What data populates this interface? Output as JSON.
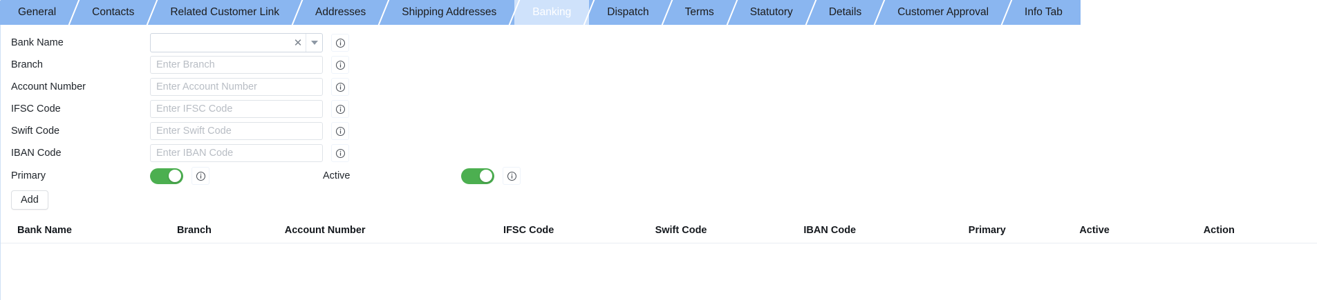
{
  "tabs": [
    {
      "label": "General",
      "active": false
    },
    {
      "label": "Contacts",
      "active": false
    },
    {
      "label": "Related Customer Link",
      "active": false
    },
    {
      "label": "Addresses",
      "active": false
    },
    {
      "label": "Shipping Addresses",
      "active": false
    },
    {
      "label": "Banking",
      "active": true
    },
    {
      "label": "Dispatch",
      "active": false
    },
    {
      "label": "Terms",
      "active": false
    },
    {
      "label": "Statutory",
      "active": false
    },
    {
      "label": "Details",
      "active": false
    },
    {
      "label": "Customer Approval",
      "active": false
    },
    {
      "label": "Info Tab",
      "active": false
    }
  ],
  "form": {
    "bank_name": {
      "label": "Bank Name",
      "value": "",
      "clear_icon": "close-icon",
      "arrow_icon": "chevron-down-icon",
      "info_icon": "info-icon"
    },
    "branch": {
      "label": "Branch",
      "placeholder": "Enter Branch",
      "value": "",
      "info_icon": "info-icon"
    },
    "account_number": {
      "label": "Account Number",
      "placeholder": "Enter Account Number",
      "value": "",
      "info_icon": "info-icon"
    },
    "ifsc_code": {
      "label": "IFSC Code",
      "placeholder": "Enter IFSC Code",
      "value": "",
      "info_icon": "info-icon"
    },
    "swift_code": {
      "label": "Swift Code",
      "placeholder": "Enter Swift Code",
      "value": "",
      "info_icon": "info-icon"
    },
    "iban_code": {
      "label": "IBAN Code",
      "placeholder": "Enter IBAN Code",
      "value": "",
      "info_icon": "info-icon"
    },
    "primary": {
      "label": "Primary",
      "state": "on",
      "info_icon": "info-icon"
    },
    "active": {
      "label": "Active",
      "state": "on",
      "info_icon": "info-icon"
    },
    "add_button": "Add"
  },
  "table": {
    "columns": [
      "Bank Name",
      "Branch",
      "Account Number",
      "IFSC Code",
      "Swift Code",
      "IBAN Code",
      "Primary",
      "Active",
      "Action"
    ],
    "rows": []
  },
  "colors": {
    "tab_bg": "#8ab6f0",
    "tab_active_bg": "#cfe2fb",
    "tab_active_text": "#ffffff",
    "toggle_on": "#4caf50",
    "input_border": "#dfe3e8",
    "placeholder": "#b8bdc4"
  }
}
